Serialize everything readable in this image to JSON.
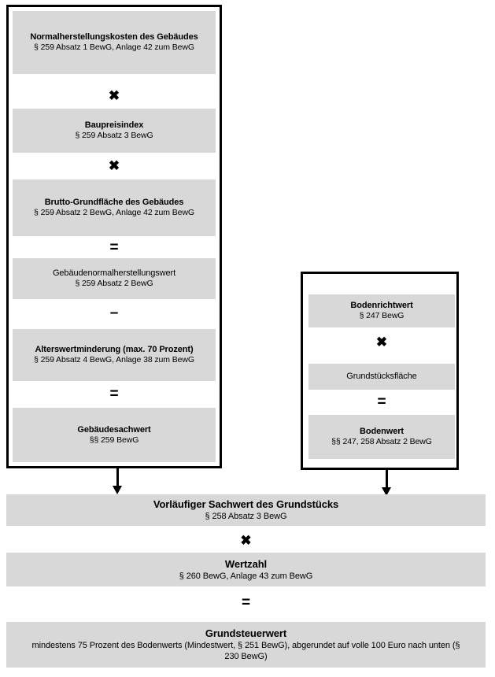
{
  "diagram": {
    "title": "Sachwertverfahren Grundsteuerwert",
    "colors": {
      "box_fill": "#d8d8d8",
      "frame_border": "#000000",
      "text": "#000000",
      "background": "#ffffff"
    },
    "operators": {
      "times": "✖",
      "equals": "=",
      "minus": "–"
    }
  },
  "building_group": {
    "boxes": [
      {
        "title": "Normalherstellungskosten des Gebäudes",
        "sub": "§ 259 Absatz 1 BewG, Anlage 42 zum BewG",
        "bold": true
      },
      {
        "title": "Baupreisindex",
        "sub": "§ 259 Absatz 3 BewG",
        "bold": true
      },
      {
        "title": "Brutto-Grundfläche des Gebäudes",
        "sub": "§ 259 Absatz 2 BewG, Anlage 42 zum BewG",
        "bold": true
      },
      {
        "title": "Gebäudenormalherstellungswert",
        "sub": "§ 259 Absatz 2 BewG",
        "bold": false
      },
      {
        "title": "Alterswertminderung (max. 70 Prozent)",
        "sub": "§ 259 Absatz 4 BewG, Anlage 38 zum BewG",
        "bold": true
      },
      {
        "title": "Gebäudesachwert",
        "sub": "§§ 259 BewG",
        "bold": true
      }
    ],
    "operators": [
      "✖",
      "✖",
      "=",
      "–",
      "="
    ]
  },
  "land_group": {
    "boxes": [
      {
        "title": "Bodenrichtwert",
        "sub": "§ 247 BewG",
        "bold": true
      },
      {
        "title": "Grundstücksfläche",
        "sub": "",
        "bold": false
      },
      {
        "title": "Bodenwert",
        "sub": "§§ 247, 258 Absatz 2 BewG",
        "bold": true
      }
    ],
    "operators": [
      "✖",
      "="
    ]
  },
  "result_chain": {
    "boxes": [
      {
        "title": "Vorläufiger Sachwert des Grundstücks",
        "sub": "§ 258 Absatz 3 BewG"
      },
      {
        "title": "Wertzahl",
        "sub": "§ 260 BewG, Anlage 43 zum BewG"
      },
      {
        "title": "Grundsteuerwert",
        "sub": "mindestens 75 Prozent des Bodenwerts (Mindestwert, § 251 BewG), abgerundet auf volle 100 Euro nach unten (§ 230 BewG)"
      }
    ],
    "operators": [
      "✖",
      "="
    ]
  }
}
